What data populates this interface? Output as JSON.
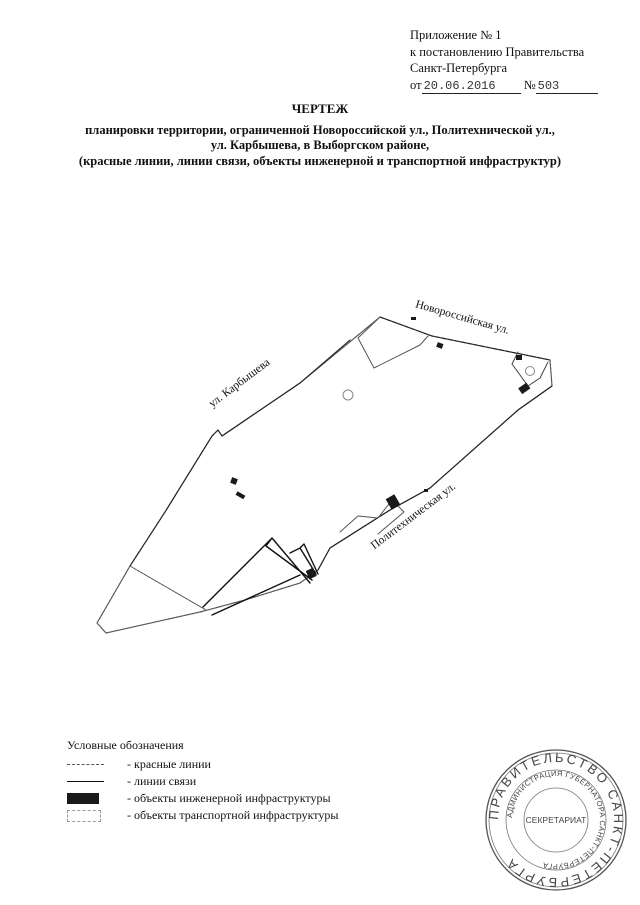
{
  "appendix": {
    "line1": "Приложение № 1",
    "line2": "к постановлению Правительства",
    "line3": "Санкт-Петербурга",
    "from_label": "от",
    "date": "20.06.2016",
    "number_label": "№",
    "number": "503"
  },
  "title": {
    "heading": "ЧЕРТЕЖ",
    "line1": "планировки территории, ограниченной Новороссийской ул., Политехнической ул.,",
    "line2": "ул. Карбышева, в Выборгском районе,",
    "line3": "(красные линии, линии связи, объекты инженерной и транспортной инфраструктур)"
  },
  "map": {
    "streets": {
      "novorossiyskaya": "Новороссийская ул.",
      "karbysheva": "ул. Карбышева",
      "politekhnicheskaya": "Политехническая ул."
    }
  },
  "legend": {
    "title": "Условные обозначения",
    "items": [
      {
        "symbol": "red-lines",
        "label": "- красные линии"
      },
      {
        "symbol": "communication-lines",
        "label": "- линии связи"
      },
      {
        "symbol": "engineering-infrastructure",
        "label": "- объекты инженерной инфраструктуры"
      },
      {
        "symbol": "transport-infrastructure",
        "label": "- объекты транспортной инфраструктуры"
      }
    ]
  },
  "stamp": {
    "outer_text": "ПРАВИТЕЛЬСТВО САНКТ-ПЕТЕРБУРГА",
    "inner_text": "АДМИНИСТРАЦИЯ ГУБЕРНАТОРА САНКТ-ПЕТЕРБУРГА",
    "center_text": "СЕКРЕТАРИАТ"
  }
}
